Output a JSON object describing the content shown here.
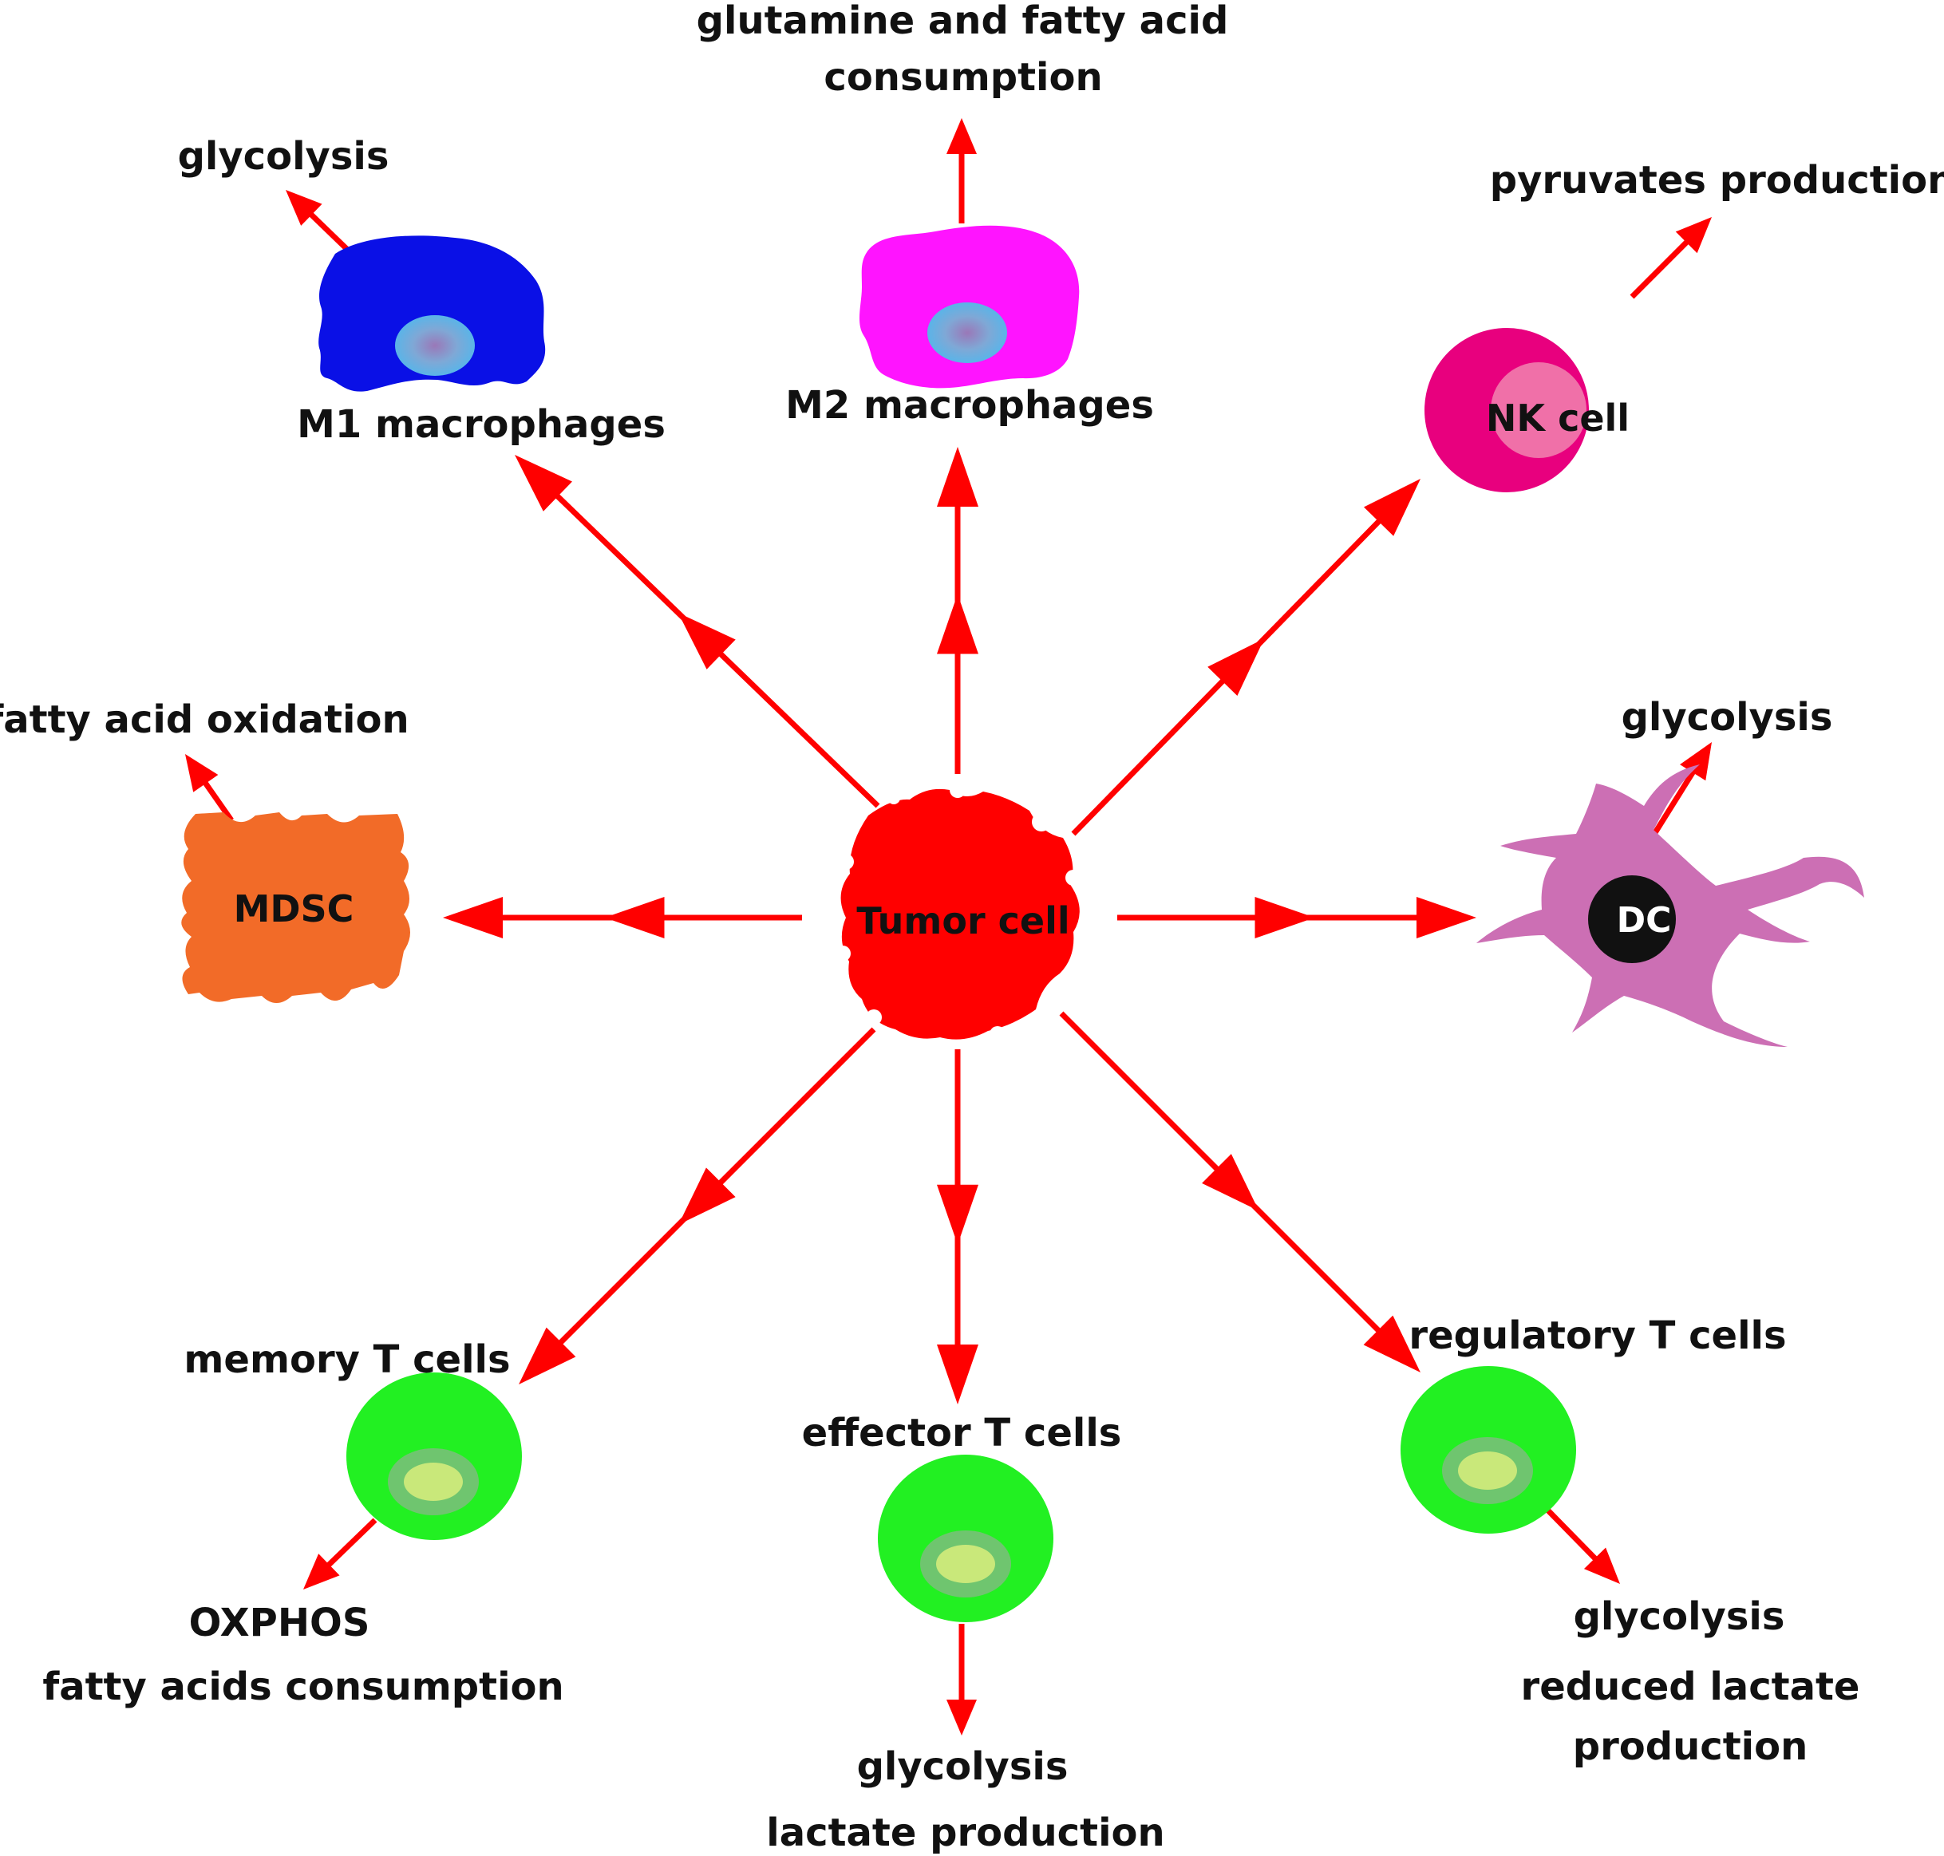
{
  "colors": {
    "arrow": "#ff0000",
    "tumor": "#ff0000",
    "m1": "#0a10e6",
    "m2": "#ff14ff",
    "nk_outer": "#e8007e",
    "nk_inner": "#f070a8",
    "mdsc": "#f26b28",
    "dc": "#cc6fb4",
    "dc_nucleus": "#111111",
    "t_cell": "#22f022",
    "t_cell_inner": "#6fc56f",
    "t_cell_core": "#c9e87a",
    "nucleus_blue": "#5ab4e8"
  },
  "tumor": {
    "label": "Tumor cell"
  },
  "m1": {
    "label": "M1 macrophages",
    "process": "glycolysis"
  },
  "m2": {
    "label": "M2 macrophages",
    "process_line1": "glutamine and fatty acid",
    "process_line2": "consumption"
  },
  "nk": {
    "label": "NK cell",
    "process": "pyruvates production"
  },
  "mdsc": {
    "label": "MDSC",
    "process": "fatty acid oxidation"
  },
  "dc": {
    "label": "DC",
    "process": "glycolysis"
  },
  "memory_t": {
    "label": "memory T cells",
    "process_line1": "OXPHOS",
    "process_line2": "fatty acids consumption"
  },
  "effector_t": {
    "label": "effector T cells",
    "process_line1": "glycolysis",
    "process_line2": "lactate production"
  },
  "regulatory_t": {
    "label": "regulatory T cells",
    "process_line1": "glycolysis",
    "process_line2": "reduced lactate",
    "process_line3": "production"
  }
}
